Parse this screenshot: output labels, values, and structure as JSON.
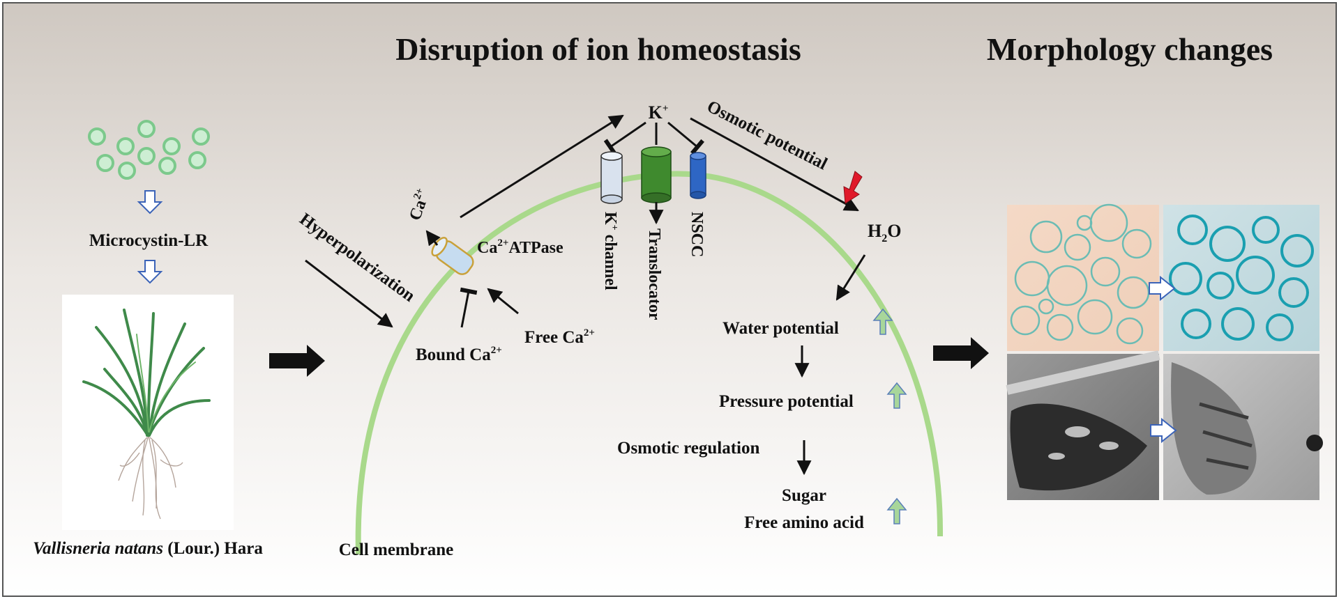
{
  "titles": {
    "left": "Disruption of ion homeostasis",
    "right": "Morphology changes"
  },
  "toxin": {
    "label": "Microcystin-LR"
  },
  "plant": {
    "name_italic": "Vallisneria natans",
    "name_rest": " (Lour.) Hara"
  },
  "membrane": {
    "label": "Cell membrane",
    "hyperpolarization": "Hyperpolarization"
  },
  "calcium": {
    "ca_out_base": "Ca",
    "ca_out_sup": "2+",
    "atpase_base": "Ca",
    "atpase_sup": "2+",
    "atpase_rest": "ATPase",
    "free_base": "Free Ca",
    "free_sup": "2+",
    "bound_base": "Bound Ca",
    "bound_sup": "2+"
  },
  "potassium": {
    "k_base": "K",
    "k_sup": "+",
    "channel_base": "K",
    "channel_sup": "+",
    "channel_rest": " channel",
    "translocator": "Translocator",
    "nscc": "NSCC",
    "osmotic_potential": "Osmotic potential"
  },
  "water": {
    "h2o_h": "H",
    "h2o_sub": "2",
    "h2o_o": "O",
    "water_potential": "Water potential",
    "pressure_potential": "Pressure potential",
    "osmotic_regulation": "Osmotic regulation",
    "sugar": "Sugar",
    "free_amino_acid": "Free amino acid"
  },
  "colors": {
    "membrane": "#a9d98b",
    "cyanobacteria": "#7cc98c",
    "up_arrow": "#a8d69a",
    "down_arrow": "#e0192a",
    "k_channel": "#d9e2ee",
    "translocator": "#3f8a2e",
    "nscc": "#2e66c4",
    "atpase": "#c6dcf0"
  }
}
